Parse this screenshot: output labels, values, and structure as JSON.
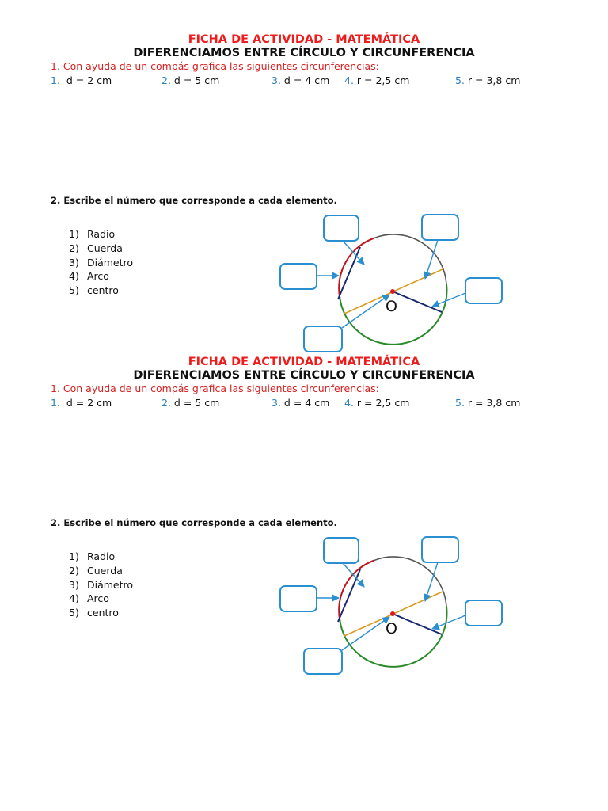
{
  "sheets": [
    {
      "title_red": "FICHA DE ACTIVIDAD - MATEMÁTICA",
      "title_black": "DIFERENCIAMOS ENTRE CÍRCULO Y CIRCUNFERENCIA",
      "instruction_1": "1. Con ayuda de un compás grafica las siguientes circunferencias:",
      "measurements": [
        {
          "num": "1.",
          "text": "d = 2 cm"
        },
        {
          "num": "2.",
          "text": "d = 5 cm"
        },
        {
          "num": "3.",
          "text": "d = 4 cm"
        },
        {
          "num": "4.",
          "text": "r = 2,5 cm"
        },
        {
          "num": "5.",
          "text": "r = 3,8 cm"
        }
      ],
      "instruction_2": "2. Escribe el número que corresponde a cada elemento.",
      "elements": [
        {
          "num": "1)",
          "label": "Radio"
        },
        {
          "num": "2)",
          "label": "Cuerda"
        },
        {
          "num": "3)",
          "label": "Diámetro"
        },
        {
          "num": "4)",
          "label": "Arco"
        },
        {
          "num": "5)",
          "label": "centro"
        }
      ],
      "center_label": "O"
    },
    {
      "title_red": "FICHA DE ACTIVIDAD - MATEMÁTICA",
      "title_black": "DIFERENCIAMOS ENTRE CÍRCULO Y CIRCUNFERENCIA",
      "instruction_1": "1. Con ayuda de un compás grafica las siguientes circunferencias:",
      "measurements": [
        {
          "num": "1.",
          "text": "d = 2 cm"
        },
        {
          "num": "2.",
          "text": "d = 5 cm"
        },
        {
          "num": "3.",
          "text": "d = 4 cm"
        },
        {
          "num": "4.",
          "text": "r = 2,5 cm"
        },
        {
          "num": "5.",
          "text": "r = 3,8 cm"
        }
      ],
      "instruction_2": "2. Escribe el número que corresponde a cada elemento.",
      "elements": [
        {
          "num": "1)",
          "label": "Radio"
        },
        {
          "num": "2)",
          "label": "Cuerda"
        },
        {
          "num": "3)",
          "label": "Diámetro"
        },
        {
          "num": "4)",
          "label": "Arco"
        },
        {
          "num": "5)",
          "label": "centro"
        }
      ],
      "center_label": "O"
    }
  ],
  "colors": {
    "title_red": "#ee1c1c",
    "instruction_red": "#d42121",
    "number_blue": "#2a7fc0",
    "box_blue": "#2a8fd0",
    "arc_red": "#c0141c",
    "arc_green": "#2a8a2a",
    "arc_gray": "#555555",
    "diameter_orange": "#d99a1c",
    "radius_navy": "#1a2a70"
  },
  "answer_boxes": [
    "blank",
    "blank",
    "blank",
    "blank",
    "blank"
  ]
}
